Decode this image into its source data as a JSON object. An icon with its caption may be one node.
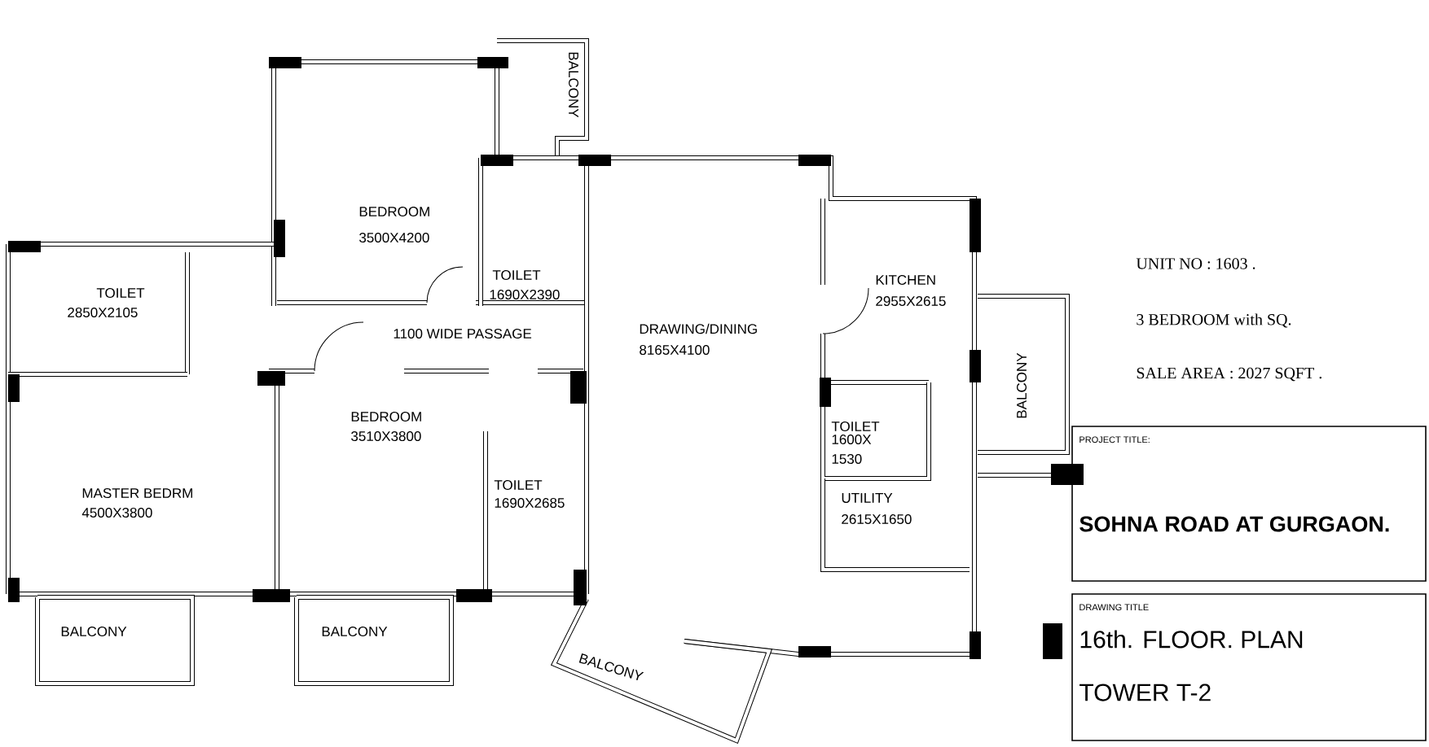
{
  "diagram": {
    "nodes": [
      {
        "text": [
          "PROJECT TITLE:",
          "SOHNA ROAD AT GURGAON."
        ]
      },
      {
        "text": [
          "DRAWING TITLE",
          "16th. FLOOR. PLAN",
          "TOWER T-2"
        ]
      }
    ],
    "labels": [
      "BALCONY",
      "BEDROOM",
      "3500X4200",
      "TOILET",
      "2850X2105",
      "TOILET",
      "1690X2390",
      "KITCHEN",
      "2955X2615",
      "UNIT NO : 1603 .",
      "1100 WIDE PASSAGE",
      "DRAWING/DINING",
      "8165X4100",
      "3 BEDROOM with SQ.",
      "BALCONY",
      "SALE AREA : 2027 SQFT .",
      "BEDROOM",
      "3510X3800",
      "TOILET",
      "1600X 1530",
      "TOILET",
      "1690X2685",
      "MASTER BEDRM",
      "4500X3800",
      "UTILITY",
      "2615X1650",
      "BALCONY",
      "BALCONY",
      "BALCONY"
    ]
  }
}
